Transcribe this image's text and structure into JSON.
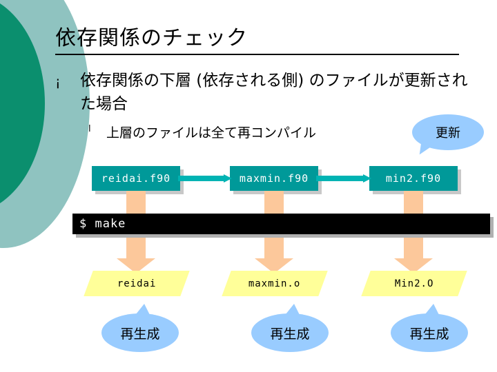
{
  "slide": {
    "title": "依存関係のチェック",
    "bullets": [
      {
        "marker": "¡",
        "text": "依存関係の下層 (依存される側) のファイルが更新された場合"
      },
      {
        "marker": "l",
        "text": "上層のファイルは全て再コンパイル"
      }
    ],
    "source_files": [
      {
        "name": "reidai.f90"
      },
      {
        "name": "maxmin.f90"
      },
      {
        "name": "min2.f90"
      }
    ],
    "console": {
      "text": "$ make"
    },
    "object_files": [
      {
        "name": "reidai"
      },
      {
        "name": "maxmin.o"
      },
      {
        "name": "Min2.O"
      }
    ],
    "callouts": [
      {
        "text": "更新"
      },
      {
        "text": "再生成"
      },
      {
        "text": "再生成"
      },
      {
        "text": "再生成"
      }
    ],
    "colors": {
      "file_box": "#009999",
      "arrow_horizontal": "#00b3b3",
      "arrow_down": "#fcc89b",
      "object_box": "#ffff99",
      "callout": "#99ccff",
      "console_bg": "#000000",
      "deco_outer": "#8fc3c0",
      "deco_inner": "#0b8f6e"
    }
  }
}
